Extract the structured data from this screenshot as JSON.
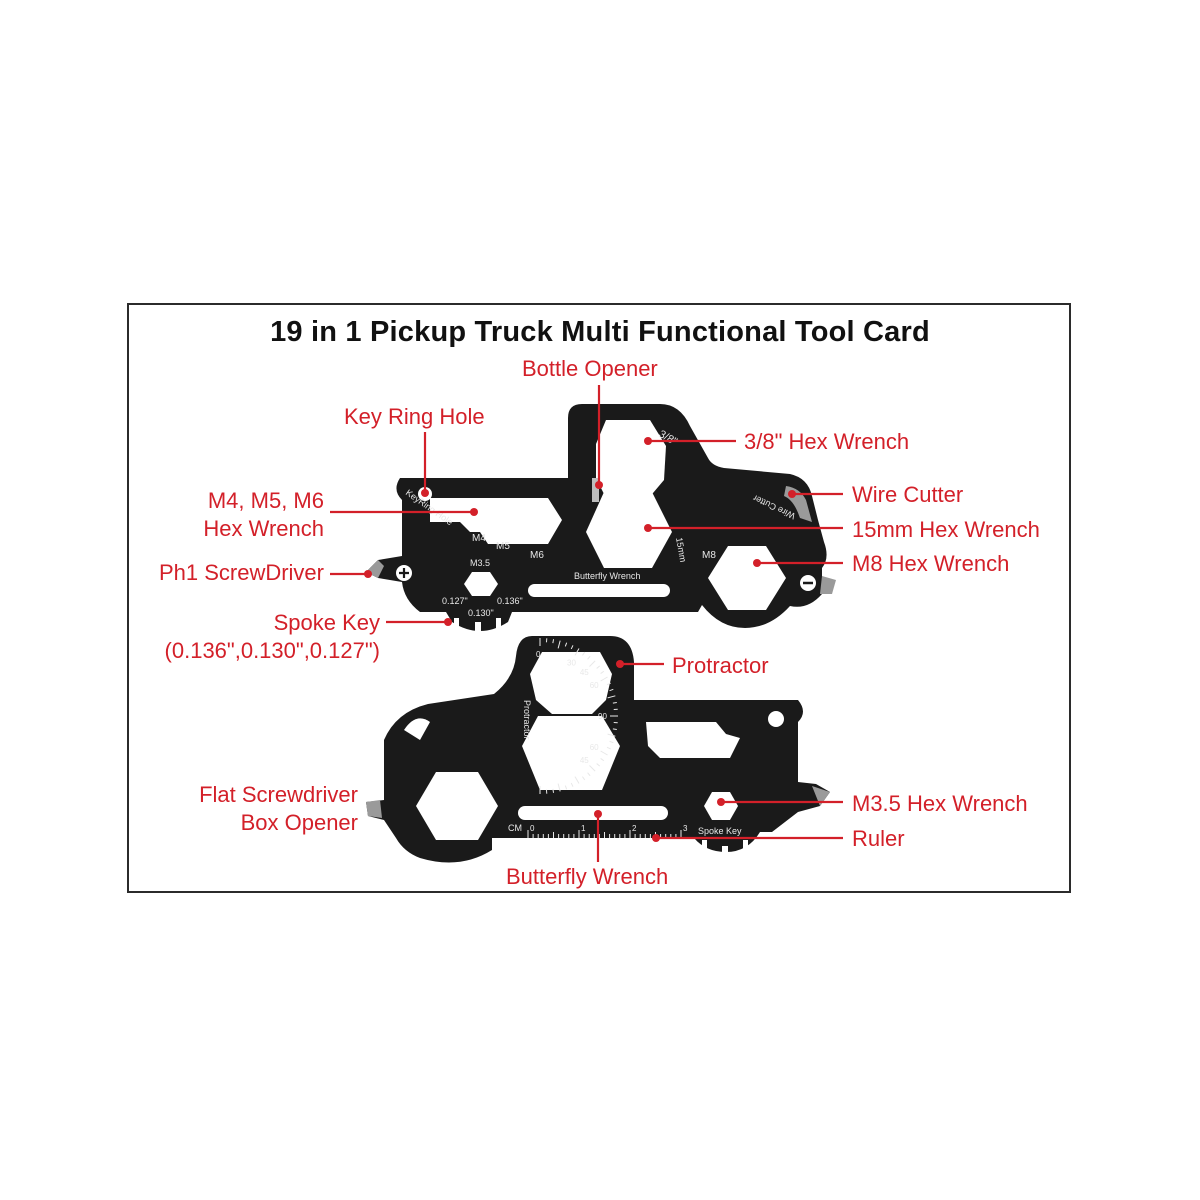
{
  "title": "19 in 1 Pickup Truck Multi Functional Tool Card",
  "colors": {
    "label": "#d32029",
    "tool": "#1a1a1a",
    "etch": "#e8e8e8",
    "frame": "#2b2b2b"
  },
  "callouts": {
    "bottle_opener": "Bottle Opener",
    "key_ring_hole": "Key Ring Hole",
    "hex_38": "3/8\" Hex Wrench",
    "wire_cutter": "Wire Cutter",
    "hex_m456_line1": "M4, M5, M6",
    "hex_m456_line2": "Hex Wrench",
    "hex_15mm": "15mm Hex Wrench",
    "ph1": "Ph1 ScrewDriver",
    "hex_m8": "M8 Hex Wrench",
    "spoke_key_line1": "Spoke Key",
    "spoke_key_line2": "(0.136\",0.130\",0.127\")",
    "protractor": "Protractor",
    "flat_line1": "Flat Screwdriver",
    "flat_line2": "Box Opener",
    "hex_m35": "M3.5 Hex Wrench",
    "ruler": "Ruler",
    "butterfly": "Butterfly Wrench"
  },
  "etched_top": {
    "key_ring": "KeyRing Hole",
    "size_38": "3/8\"",
    "wire_cutter": "Wire Cutter",
    "m4": "M4",
    "m5": "M5",
    "m6": "M6",
    "m35": "M3.5",
    "mm15": "15mm",
    "m8": "M8",
    "butterfly": "Butterfly Wrench",
    "s127": "0.127\"",
    "s130": "0.130\"",
    "s136": "0.136\""
  },
  "etched_bottom": {
    "protractor": "Protractor",
    "spoke_key": "Spoke Key",
    "cm": "CM",
    "ruler_ticks": [
      "0",
      "1",
      "2",
      "3"
    ],
    "angles": [
      "0",
      "30",
      "45",
      "60",
      "90",
      "60",
      "45"
    ]
  }
}
